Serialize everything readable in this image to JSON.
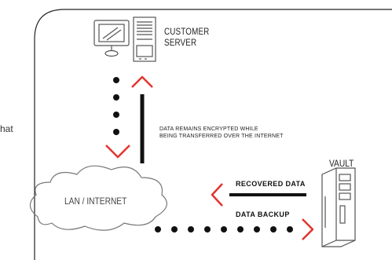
{
  "customer_label": [
    "CUSTOMER",
    "SERVER"
  ],
  "encrypted_note": [
    "DATA REMAINS ENCRYPTED WHILE",
    "BEING TRANSFERRED OVER THE INTERNET"
  ],
  "network_label": "LAN / INTERNET",
  "vault_label": "VAULT",
  "recovered_label": "RECOVERED DATA",
  "backup_label": "DATA BACKUP",
  "cut_off_text": "hat",
  "colors": {
    "arrow_red": "#e3342f",
    "line_dark": "#111111",
    "icon_gray": "#555555"
  },
  "icons": [
    "monitor-icon",
    "server-tower-icon",
    "cloud-icon",
    "vault-storage-icon"
  ]
}
